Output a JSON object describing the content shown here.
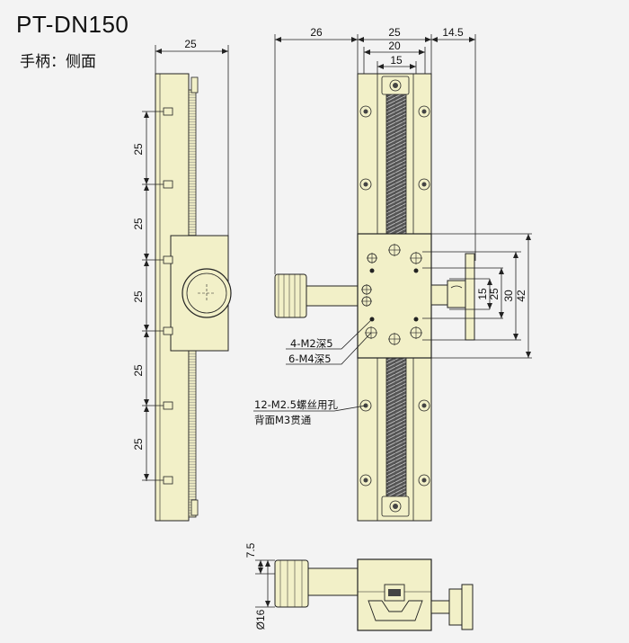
{
  "title": "PT-DN150",
  "subtitle": "手柄：侧面",
  "dimensions": {
    "side_width": "25",
    "pitch": "25",
    "top_26": "26",
    "top_25": "25",
    "top_20": "20",
    "top_15": "15",
    "top_14_5": "14.5",
    "right_15": "15",
    "right_25": "25",
    "right_30": "30",
    "right_42": "42",
    "bottom_7_5": "7.5",
    "bottom_dia16": "Ø16"
  },
  "annotations": {
    "m2_holes": "4-M2深5",
    "m4_holes": "6-M4深5",
    "m25_holes_line1": "12-M2.5螺丝用孔",
    "m25_holes_line2": "背面M3贯通"
  },
  "colors": {
    "body_fill": "#f2f0c8",
    "line": "#222222",
    "screw_dark": "#444444"
  }
}
